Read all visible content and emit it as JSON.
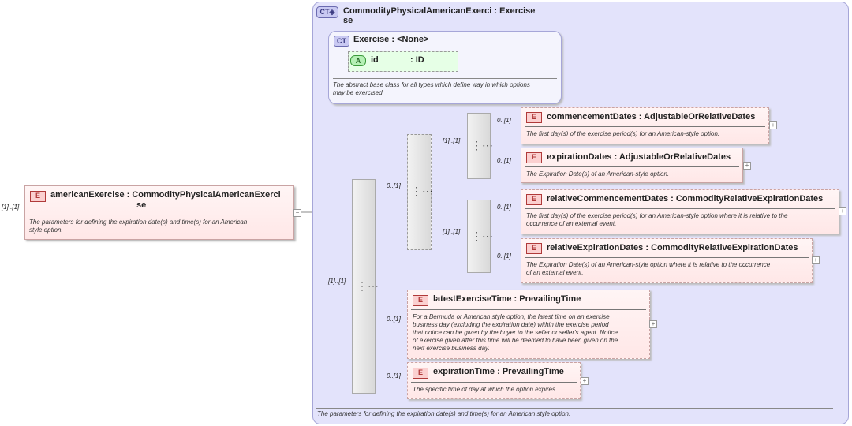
{
  "root": {
    "multiplicity": "[1]..[1]",
    "badge": "E",
    "name": "americanExercise",
    "type_line1": ": CommodityPhysicalAmericanExerci",
    "type_line2": "se",
    "doc_line1": "The parameters for defining the expiration date(s) and time(s) for an American",
    "doc_line2": "style option."
  },
  "complex_type": {
    "badge": "CT",
    "name_line1": "CommodityPhysicalAmericanExerci",
    "type": ": Exercise",
    "name_line2": "se",
    "doc": "The parameters for defining the expiration date(s) and time(s) for an American style option."
  },
  "base_type": {
    "badge": "CT",
    "name": "Exercise",
    "type": ": <None>",
    "attr_badge": "A",
    "attr_name": "id",
    "attr_type": ": ID",
    "doc_line1": "The abstract base class for all types which define way in which options",
    "doc_line2": "may be exercised."
  },
  "sequences": {
    "main_mult": "[1]..[1]",
    "choice_mult": "0..[1]",
    "upper_seq_mult": "[1]..[1]",
    "lower_seq_mult": "[1]..[1]"
  },
  "elements": [
    {
      "badge": "E",
      "name": "commencementDates",
      "type": ": AdjustableOrRelativeDates",
      "mult": "0..[1]",
      "doc": [
        "The first day(s) of the exercise period(s) for an American-style option."
      ]
    },
    {
      "badge": "E",
      "name": "expirationDates",
      "type": ": AdjustableOrRelativeDates",
      "mult": "0..[1]",
      "doc": [
        "The Expiration Date(s) of an American-style option."
      ]
    },
    {
      "badge": "E",
      "name": "relativeCommencementDates",
      "type": ": CommodityRelativeExpirationDates",
      "mult": "0..[1]",
      "doc": [
        "The first day(s) of the exercise period(s) for an American-style option where it is relative to the",
        "occurrence of an external event."
      ]
    },
    {
      "badge": "E",
      "name": "relativeExpirationDates",
      "type": ": CommodityRelativeExpirationDates",
      "mult": "0..[1]",
      "doc": [
        "The Expiration Date(s) of an American-style option where it is relative to the occurrence",
        "of an external event."
      ]
    },
    {
      "badge": "E",
      "name": "latestExerciseTime",
      "type": ": PrevailingTime",
      "mult": "0..[1]",
      "doc": [
        "For a Bermuda or American style option, the latest time on an exercise",
        "business day (excluding the expiration date) within the exercise period",
        "that notice can be given by the buyer to the seller or seller's agent. Notice",
        "of exercise given after this time will be deemed to have been given on the",
        "next exercise business day."
      ]
    },
    {
      "badge": "E",
      "name": "expirationTime",
      "type": ": PrevailingTime",
      "mult": "0..[1]",
      "doc": [
        "The specific time of day at which the option expires."
      ]
    }
  ],
  "colors": {
    "element_border": "#c9a3a3",
    "ct_bg": "#e3e3fb",
    "attr_bg": "#e6ffe6"
  }
}
